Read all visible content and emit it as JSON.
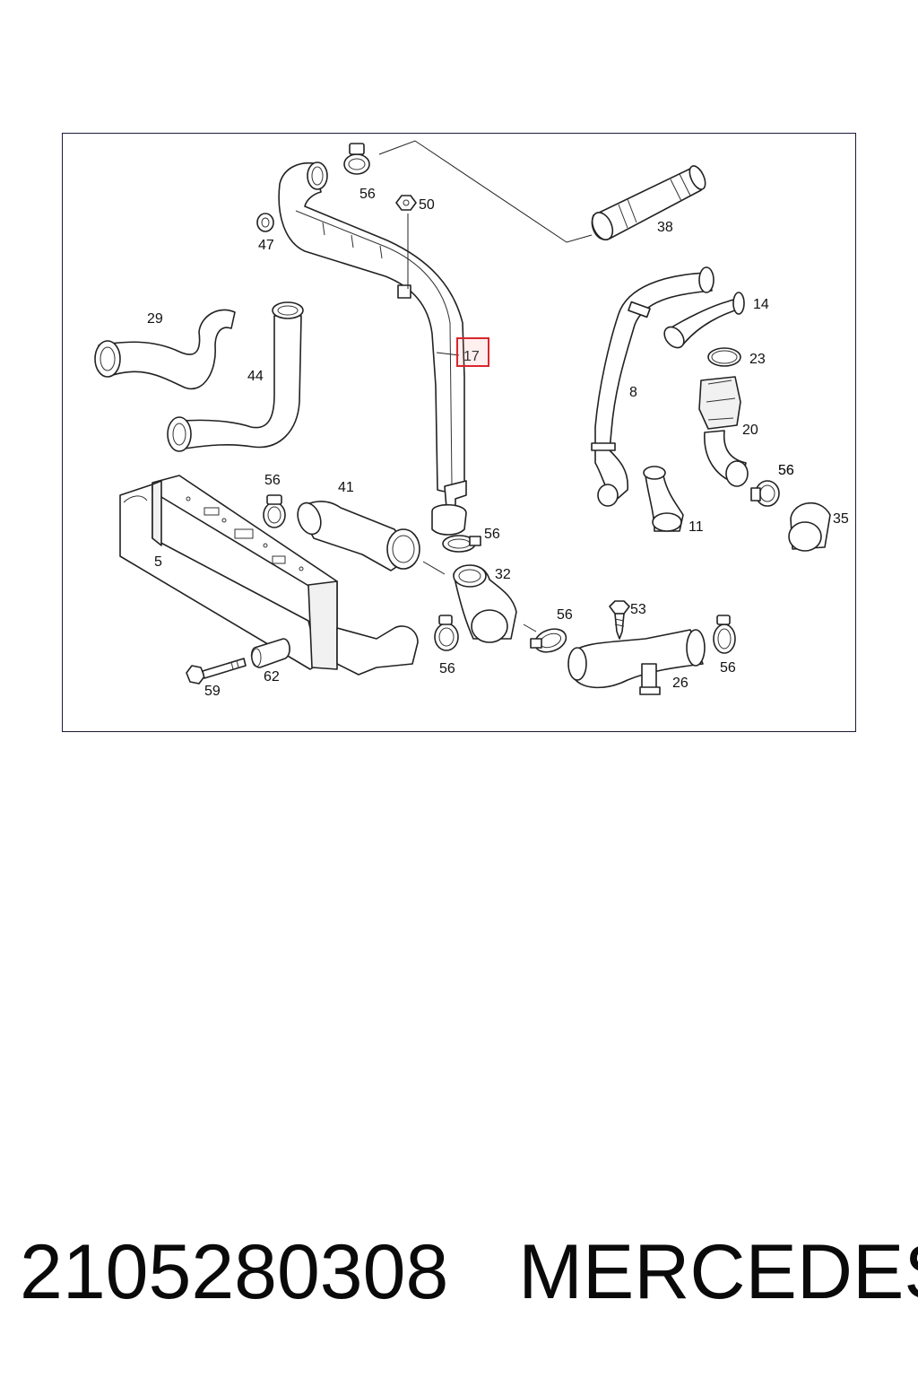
{
  "diagram": {
    "highlight_color": "#d9262c",
    "highlighted_callout": "17",
    "callouts": {
      "c56a": "56",
      "c50": "50",
      "c47": "47",
      "c38": "38",
      "c29": "29",
      "c44": "44",
      "c17": "17",
      "c14": "14",
      "c23": "23",
      "c8": "8",
      "c20": "20",
      "c56b": "56",
      "c41": "41",
      "c56c": "56",
      "c5": "5",
      "c56d": "56",
      "c32": "32",
      "c11": "11",
      "c56e": "56",
      "c35": "35",
      "c56f": "56",
      "c53": "53",
      "c56g": "56",
      "c56h": "56",
      "c62": "62",
      "c59": "59",
      "c26": "26"
    }
  },
  "footer": {
    "part_number": "2105280308",
    "brand": "MERCEDES"
  }
}
